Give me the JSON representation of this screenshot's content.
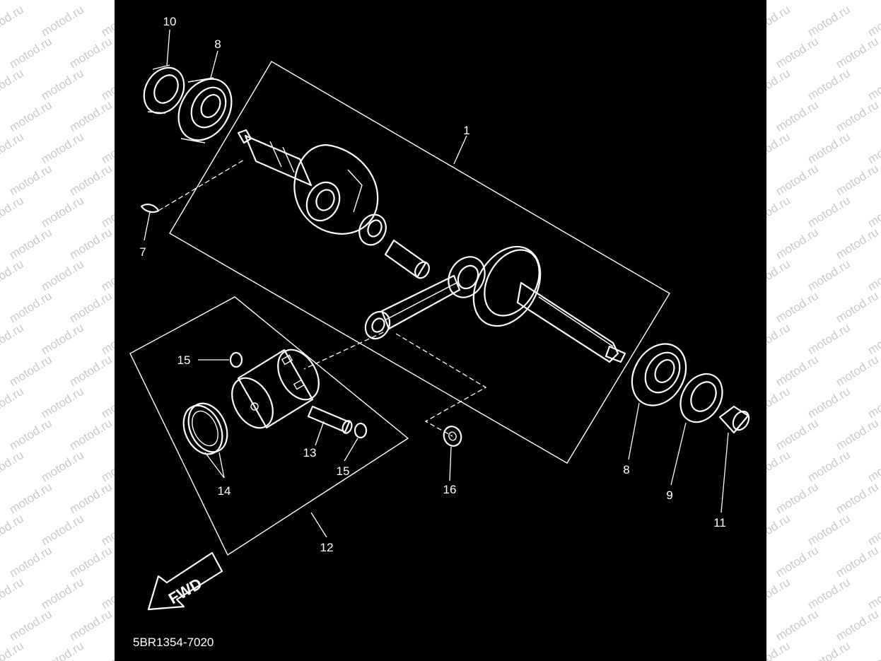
{
  "watermark": "motod.ru",
  "diagram_code": "5BR1354-7020",
  "fwd_label": "FWD",
  "callouts": [
    {
      "id": "c1",
      "text": "1"
    },
    {
      "id": "c7",
      "text": "7"
    },
    {
      "id": "c8a",
      "text": "8"
    },
    {
      "id": "c8b",
      "text": "8"
    },
    {
      "id": "c9",
      "text": "9"
    },
    {
      "id": "c10",
      "text": "10"
    },
    {
      "id": "c11",
      "text": "11"
    },
    {
      "id": "c12",
      "text": "12"
    },
    {
      "id": "c13",
      "text": "13"
    },
    {
      "id": "c14",
      "text": "14"
    },
    {
      "id": "c15a",
      "text": "15"
    },
    {
      "id": "c15b",
      "text": "15"
    },
    {
      "id": "c16",
      "text": "16"
    }
  ],
  "colors": {
    "background": "#000000",
    "line": "#ffffff",
    "watermark": "#c9c9c9"
  }
}
